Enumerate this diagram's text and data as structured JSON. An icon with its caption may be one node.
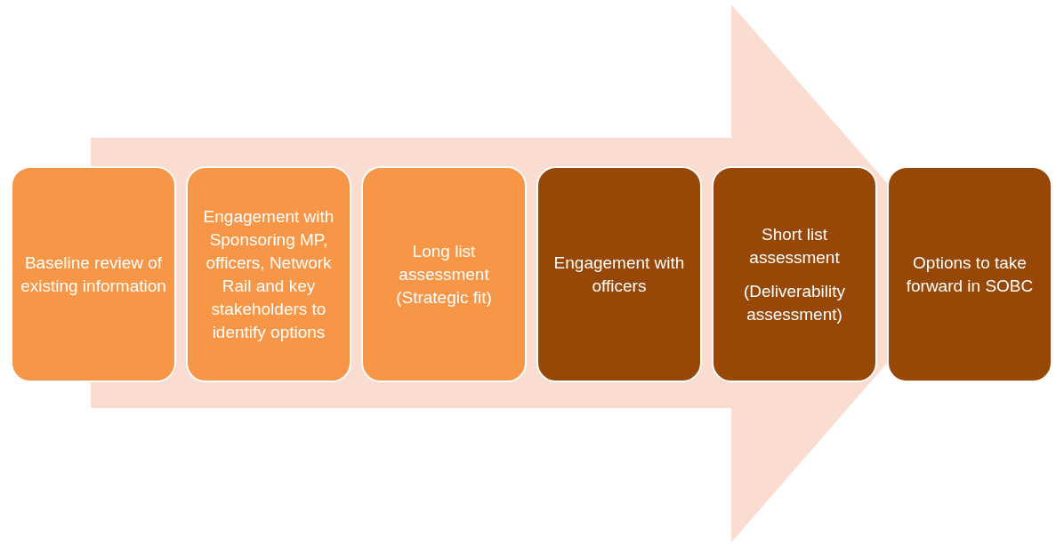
{
  "diagram": {
    "nodes": [
      {
        "text": [
          "Baseline review of existing information"
        ]
      },
      {
        "text": [
          "Engagement with Sponsoring MP, officers, Network Rail and key stakeholders to identify options"
        ]
      },
      {
        "text": [
          "Long list assessment (Strategic fit)"
        ]
      },
      {
        "text": [
          "Engagement with officers"
        ]
      },
      {
        "text": [
          "Short list assessment",
          "(Deliverability assessment)"
        ]
      },
      {
        "text": [
          "Options to take forward in SOBC"
        ]
      }
    ],
    "edges": [
      {
        "from": 0,
        "to": 5,
        "arrow": "to",
        "style": "thick"
      }
    ]
  }
}
